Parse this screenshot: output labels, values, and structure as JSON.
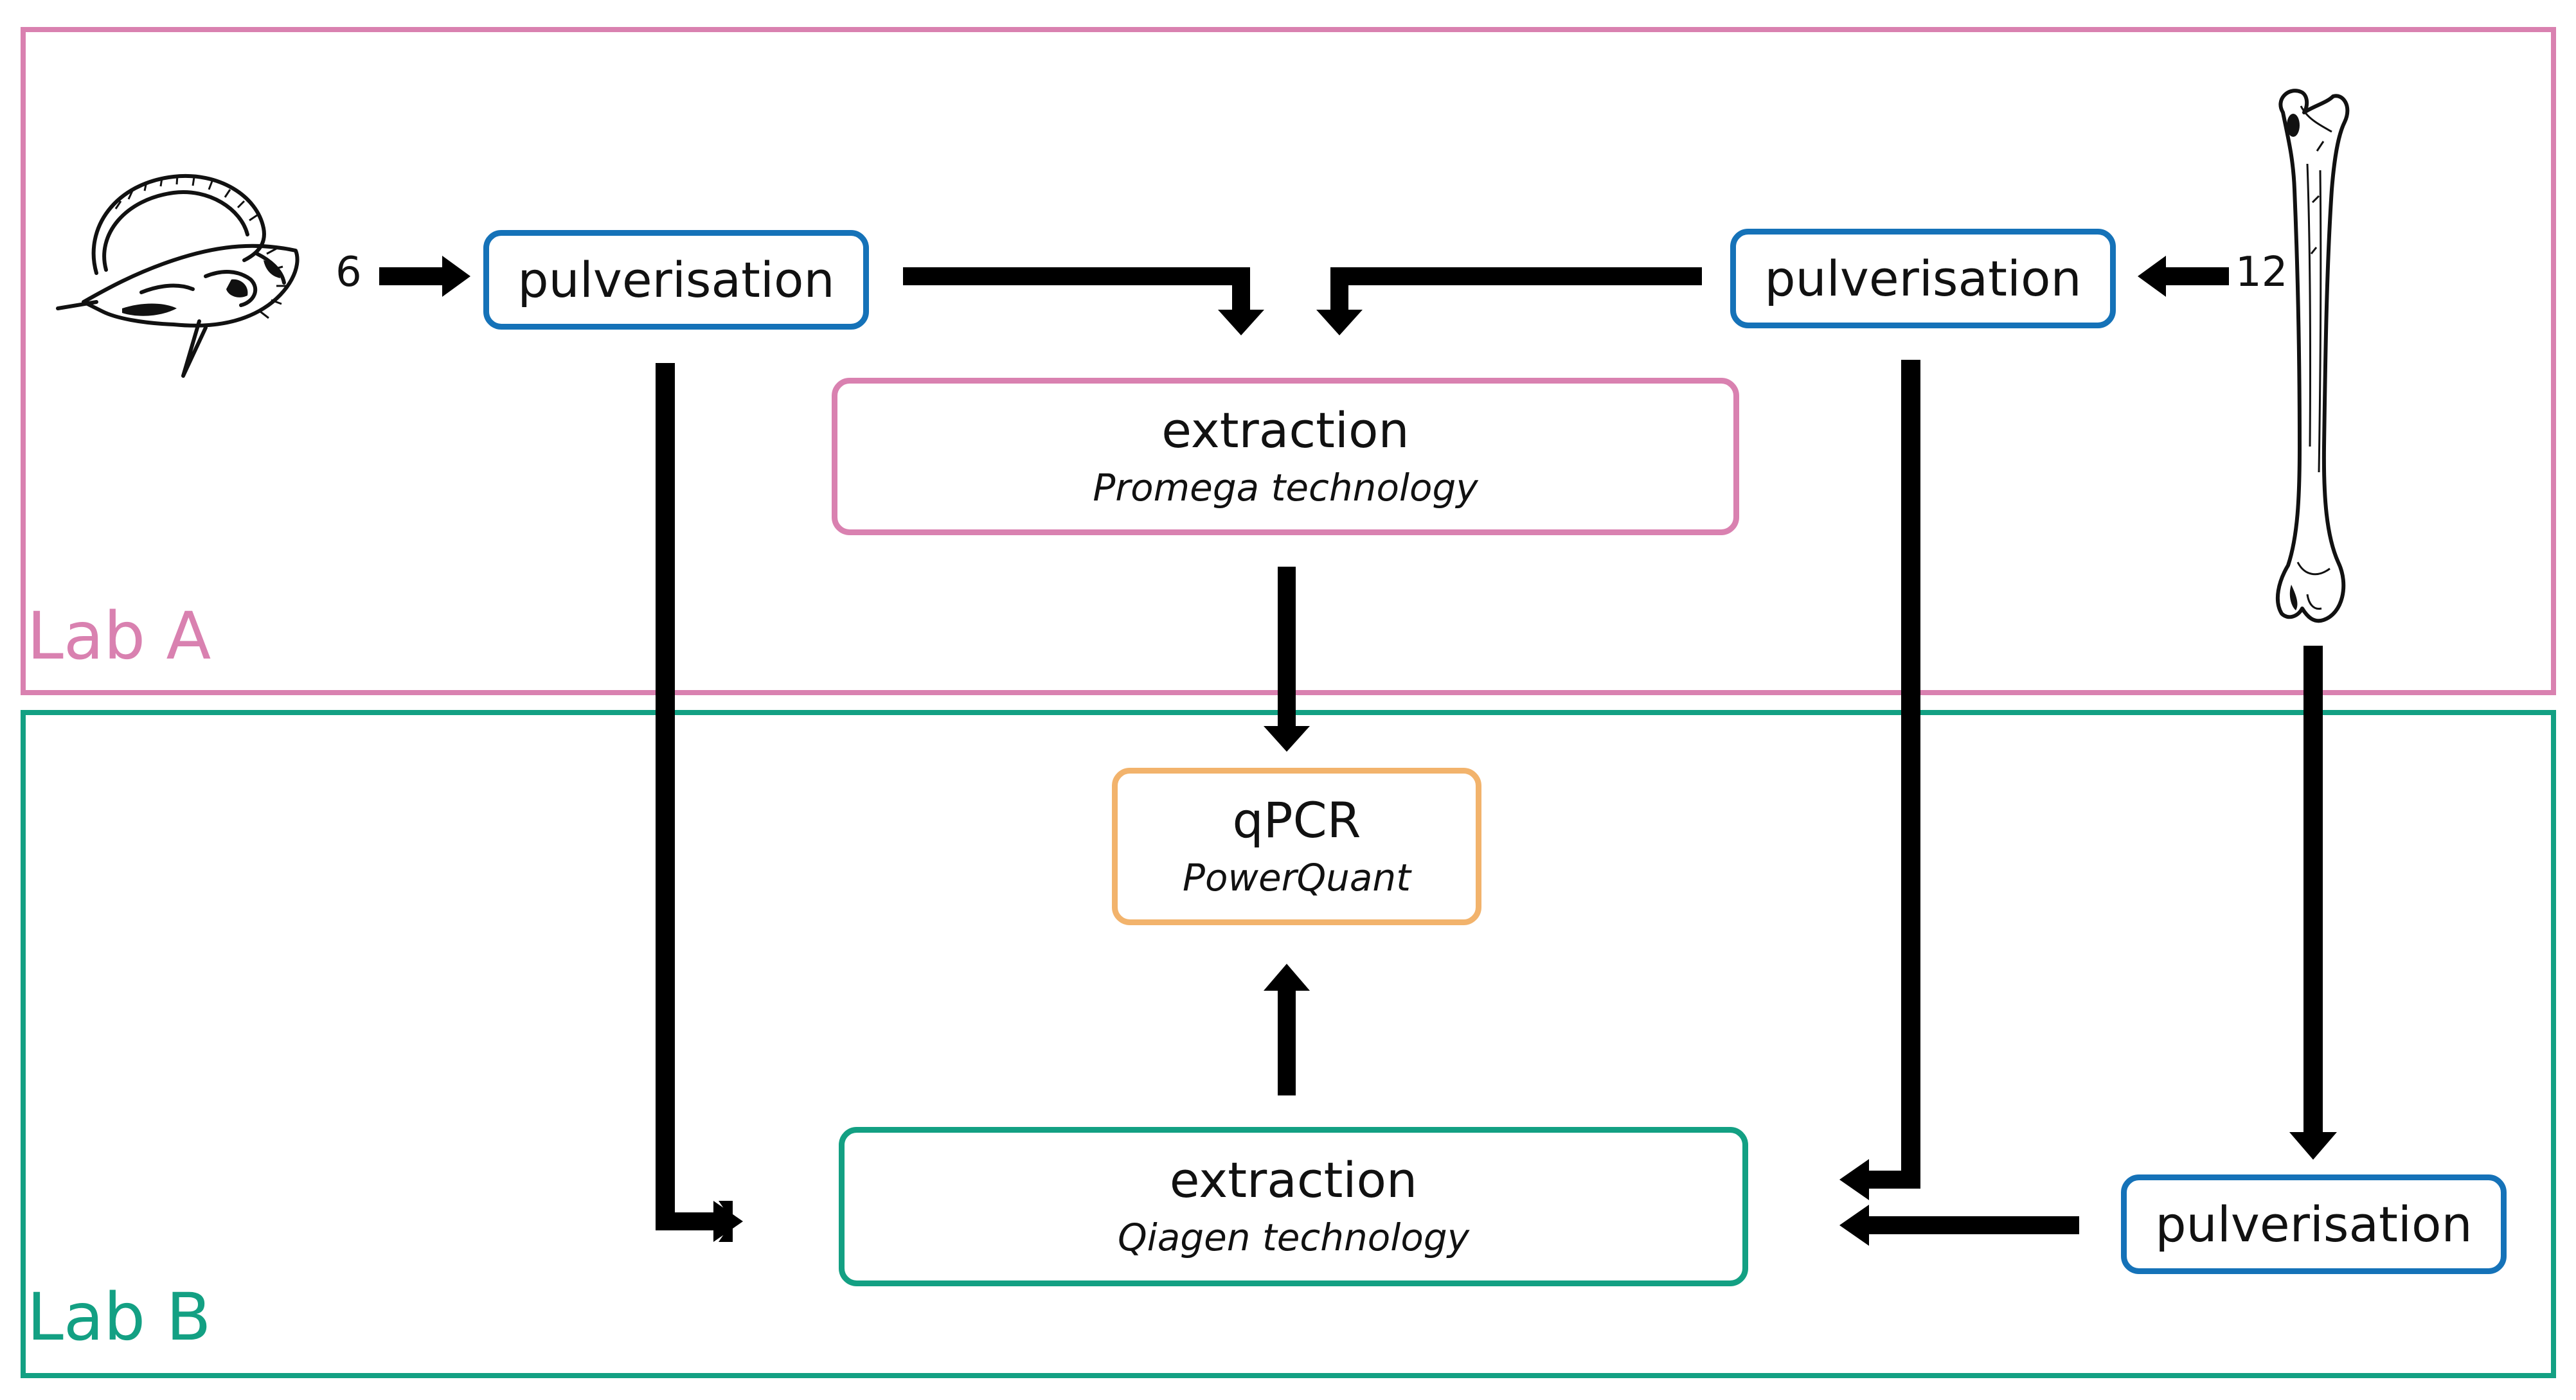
{
  "labs": {
    "lab_a": "Lab A",
    "lab_b": "Lab B"
  },
  "nodes": {
    "pulverisation_left": "pulverisation",
    "pulverisation_right": "pulverisation",
    "pulverisation_bottom": "pulverisation",
    "extraction_promega": {
      "title": "extraction",
      "subtitle": "Promega technology"
    },
    "qpcr": {
      "title": "qPCR",
      "subtitle": "PowerQuant"
    },
    "extraction_qiagen": {
      "title": "extraction",
      "subtitle": "Qiagen technology"
    }
  },
  "sample_counts": {
    "petrous": "6",
    "femur": "12"
  },
  "icons": {
    "left_sample": "petrous-bone-icon",
    "right_sample": "femur-bone-icon"
  },
  "colors": {
    "lab_a": "#d981b0",
    "lab_b": "#13a083",
    "pulverisation_border": "#1572b8",
    "qpcr_border": "#f2b36c",
    "arrow": "#000000"
  }
}
